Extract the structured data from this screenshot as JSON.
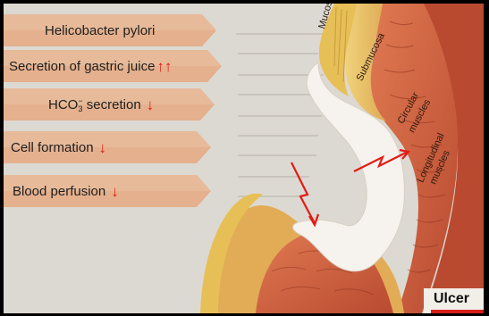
{
  "factors": [
    {
      "text": "Helicobacter pylori",
      "arrow": ""
    },
    {
      "text": "Secretion of gastric juice",
      "arrow": "↑↑"
    },
    {
      "text": "secretion",
      "arrow": "↓",
      "prefix": "HCO",
      "sub": "3",
      "sup": "−"
    },
    {
      "text": "Cell formation",
      "arrow": "↓"
    },
    {
      "text": "Blood perfusion",
      "arrow": "↓"
    }
  ],
  "tissue_layers": {
    "mucosa": "Mucosa",
    "submucosa": "Submucosa",
    "circular": [
      "Circular",
      "muscles"
    ],
    "longitudinal": [
      "Longitudinal",
      "muscles"
    ]
  },
  "caption": {
    "title": "Ulcer"
  },
  "colors": {
    "label_fill": "#e4b08d",
    "label_fill_dark": "#d99f79",
    "arrow_red": "#e31b14",
    "mucosa_yellow": "#e7bf57",
    "muscle_red": "#c45a3a",
    "crater_white": "#f6f3ee",
    "page_bg": "#dcd9d2"
  },
  "icons": [
    "lightning-arrow-icon",
    "lightning-arrow-icon"
  ]
}
